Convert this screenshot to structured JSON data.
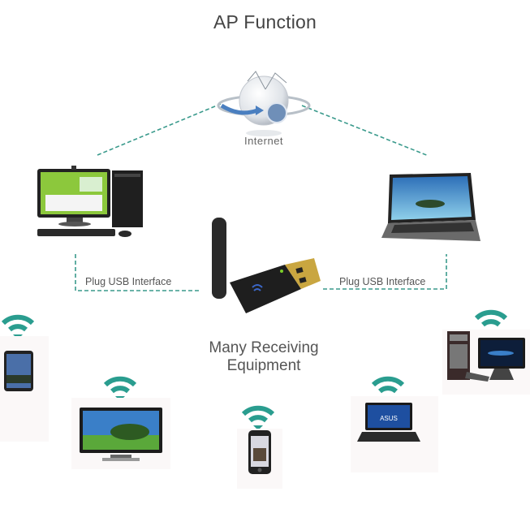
{
  "title": "AP Function",
  "internet": {
    "label": "Internet",
    "icon": "globe-icon"
  },
  "adapter": {
    "icon": "usb-wifi-adapter-icon",
    "label": "Many Receiving Equipment",
    "label_line1": "Many Receiving",
    "label_line2": "Equipment"
  },
  "hosts": [
    {
      "name": "desktop-pc",
      "icon": "desktop-computer-icon",
      "connection_label": "Plug USB Interface"
    },
    {
      "name": "laptop",
      "icon": "laptop-icon",
      "connection_label": "Plug USB Interface"
    }
  ],
  "receivers": [
    {
      "name": "tablet",
      "icon": "tablet-icon",
      "signal": "wifi-icon"
    },
    {
      "name": "tv",
      "icon": "tv-icon",
      "signal": "wifi-icon"
    },
    {
      "name": "smartphone",
      "icon": "smartphone-icon",
      "signal": "wifi-icon"
    },
    {
      "name": "laptop",
      "icon": "laptop-icon",
      "signal": "wifi-icon",
      "brand": "ASUS"
    },
    {
      "name": "desktop-pc",
      "icon": "desktop-computer-icon",
      "signal": "wifi-icon"
    }
  ],
  "colors": {
    "link": "#3a9a8c",
    "wifi": "#2a9d8f",
    "text": "#444444"
  }
}
